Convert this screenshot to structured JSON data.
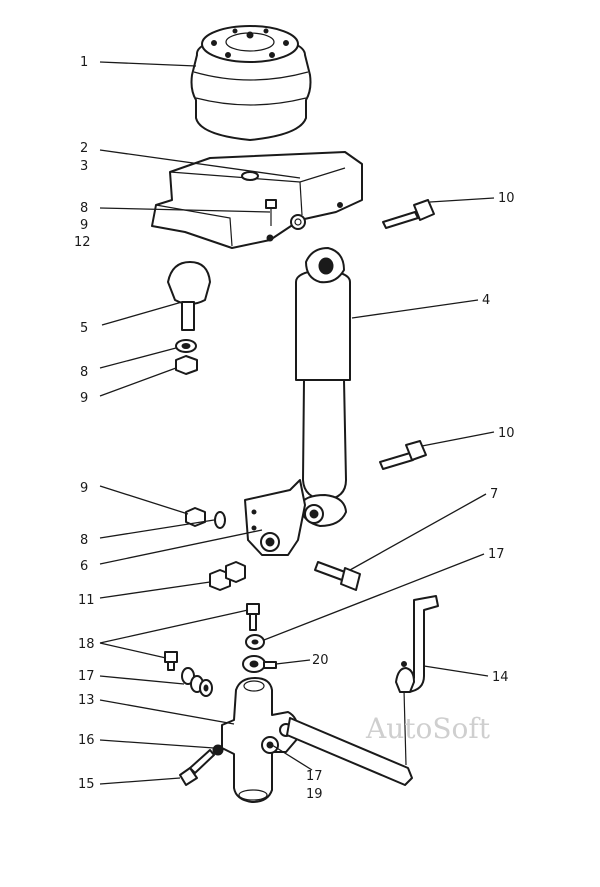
{
  "diagram": {
    "callouts": [
      {
        "id": "c1",
        "text": "1"
      },
      {
        "id": "c2",
        "text": "2"
      },
      {
        "id": "c3",
        "text": "3"
      },
      {
        "id": "c8a",
        "text": "8"
      },
      {
        "id": "c9a",
        "text": "9"
      },
      {
        "id": "c12",
        "text": "12"
      },
      {
        "id": "c5",
        "text": "5"
      },
      {
        "id": "c8b",
        "text": "8"
      },
      {
        "id": "c9b",
        "text": "9"
      },
      {
        "id": "c10a",
        "text": "10"
      },
      {
        "id": "c4",
        "text": "4"
      },
      {
        "id": "c10b",
        "text": "10"
      },
      {
        "id": "c9c",
        "text": "9"
      },
      {
        "id": "c7",
        "text": "7"
      },
      {
        "id": "c8c",
        "text": "8"
      },
      {
        "id": "c6",
        "text": "6"
      },
      {
        "id": "c17a",
        "text": "17"
      },
      {
        "id": "c11",
        "text": "11"
      },
      {
        "id": "c18",
        "text": "18"
      },
      {
        "id": "c20",
        "text": "20"
      },
      {
        "id": "c17b",
        "text": "17"
      },
      {
        "id": "c14",
        "text": "14"
      },
      {
        "id": "c13",
        "text": "13"
      },
      {
        "id": "c16",
        "text": "16"
      },
      {
        "id": "c17c",
        "text": "17"
      },
      {
        "id": "c15",
        "text": "15"
      },
      {
        "id": "c19",
        "text": "19"
      }
    ],
    "watermark": "AutoSoft"
  }
}
